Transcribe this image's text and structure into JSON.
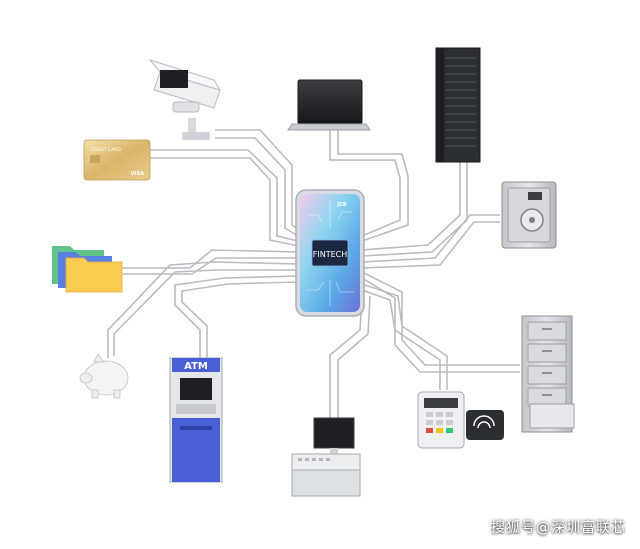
{
  "center": {
    "chip_label": "FINTECH",
    "brand_mark": "JCB"
  },
  "devices": {
    "credit_card": {
      "title": "CREDIT CARD",
      "mark": "VISA"
    },
    "atm": {
      "label": "ATM"
    }
  },
  "watermark": "搜狐号@深圳富联芯",
  "colors": {
    "line": "#b9bcc0",
    "phone_frame": "#c8ccd4",
    "atm_blue": "#4a5fd6",
    "folder_yellow": "#f7cd52",
    "folder_blue": "#5b7fe0",
    "folder_green": "#5fc48a",
    "card_gold": "#d9b56a",
    "server_dark": "#2b2e33"
  }
}
